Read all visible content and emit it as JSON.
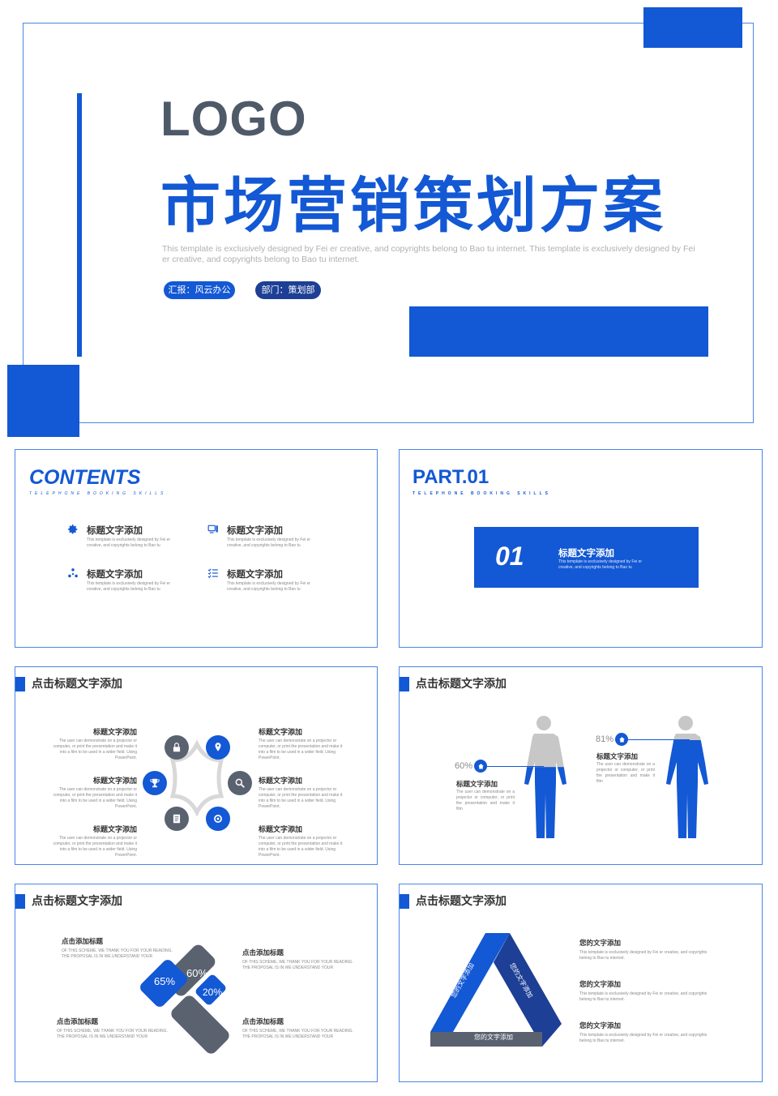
{
  "colors": {
    "accent": "#1358d4",
    "dark": "#5a6270",
    "gray": "#c7c7c7"
  },
  "cover": {
    "logo": "LOGO",
    "title": "市场营销策划方案",
    "desc": "This template is exclusively designed by Fei er creative, and copyrights belong to Bao tu internet. This template is exclusively designed by Fei er creative, and copyrights belong to Bao tu internet.",
    "badge1": "汇报：风云办公",
    "badge2": "部门：策划部"
  },
  "contents": {
    "title": "CONTENTS",
    "subtitle": "TELEPHONE BOOKING SKILLS",
    "items": [
      {
        "icon": "gear-icon",
        "label": "标题文字添加",
        "desc": "This template is exclusively designed by Fei er creative, and copyrights belong to Bao tu"
      },
      {
        "icon": "computer-icon",
        "label": "标题文字添加",
        "desc": "This template is exclusively designed by Fei er creative, and copyrights belong to Bao tu"
      },
      {
        "icon": "network-icon",
        "label": "标题文字添加",
        "desc": "This template is exclusively designed by Fei er creative, and copyrights belong to Bao tu"
      },
      {
        "icon": "checklist-icon",
        "label": "标题文字添加",
        "desc": "This template is exclusively designed by Fei er creative, and copyrights belong to Bao tu"
      }
    ]
  },
  "part": {
    "title": "PART.01",
    "subtitle": "TELEPHONE BOOKING SKILLS",
    "number": "01",
    "label": "标题文字添加",
    "desc": "This template is exclusively designed by Fei er creative, and copyrights belong to Bao tu"
  },
  "slide3": {
    "heading": "点击标题文字添加",
    "items": [
      {
        "label": "标题文字添加",
        "desc": "The user can demonstrate on a projector or computer, or print the presentation and make it into a film to be used in a wider field. Using PowerPoint."
      },
      {
        "label": "标题文字添加",
        "desc": "The user can demonstrate on a projector or computer, or print the presentation and make it into a film to be used in a wider field. Using PowerPoint."
      },
      {
        "label": "标题文字添加",
        "desc": "The user can demonstrate on a projector or computer, or print the presentation and make it into a film to be used in a wider field. Using PowerPoint."
      },
      {
        "label": "标题文字添加",
        "desc": "The user can demonstrate on a projector or computer, or print the presentation and make it into a film to be used in a wider field. Using PowerPoint."
      },
      {
        "label": "标题文字添加",
        "desc": "The user can demonstrate on a projector or computer, or print the presentation and make it into a film to be used in a wider field. Using PowerPoint."
      },
      {
        "label": "标题文字添加",
        "desc": "The user can demonstrate on a projector or computer, or print the presentation and make it into a film to be used in a wider field. Using PowerPoint."
      }
    ]
  },
  "slide4": {
    "heading": "点击标题文字添加",
    "left": {
      "pct": "60%",
      "fill": 0.6,
      "label": "标题文字添加",
      "desc": "The user can demonstrate on a projector or computer, or print the presentation and make it film"
    },
    "right": {
      "pct": "81%",
      "fill": 0.81,
      "label": "标题文字添加",
      "desc": "The user can demonstrate on a projector or computer, or print the presentation and make it film"
    }
  },
  "slide5": {
    "heading": "点击标题文字添加",
    "p1": "65%",
    "p2": "60%",
    "p3": "20%",
    "items": [
      {
        "label": "点击添加标题",
        "desc": "OF THIS SCHEME, WE THANK YOU FOR YOUR READING. THE PROPOSAL IS IN WE UNDERSTAND YOUR"
      },
      {
        "label": "点击添加标题",
        "desc": "OF THIS SCHEME, WE THANK YOU FOR YOUR READING. THE PROPOSAL IS IN WE UNDERSTAND YOUR"
      },
      {
        "label": "点击添加标题",
        "desc": "OF THIS SCHEME, WE THANK YOU FOR YOUR READING. THE PROPOSAL IS IN WE UNDERSTAND YOUR"
      },
      {
        "label": "点击添加标题",
        "desc": "OF THIS SCHEME, WE THANK YOU FOR YOUR READING. THE PROPOSAL IS IN WE UNDERSTAND YOUR"
      }
    ]
  },
  "slide6": {
    "heading": "点击标题文字添加",
    "tri_left": "您的文字添加",
    "tri_right": "您的文字添加",
    "tri_bottom": "您的文字添加",
    "items": [
      {
        "label": "您的文字添加",
        "desc": "This template is exclusively designed by Fei er creative, and copyrights belong to Bao tu internet."
      },
      {
        "label": "您的文字添加",
        "desc": "This template is exclusively designed by Fei er creative, and copyrights belong to Bao tu internet."
      },
      {
        "label": "您的文字添加",
        "desc": "This template is exclusively designed by Fei er creative, and copyrights belong to Bao tu internet."
      }
    ]
  }
}
